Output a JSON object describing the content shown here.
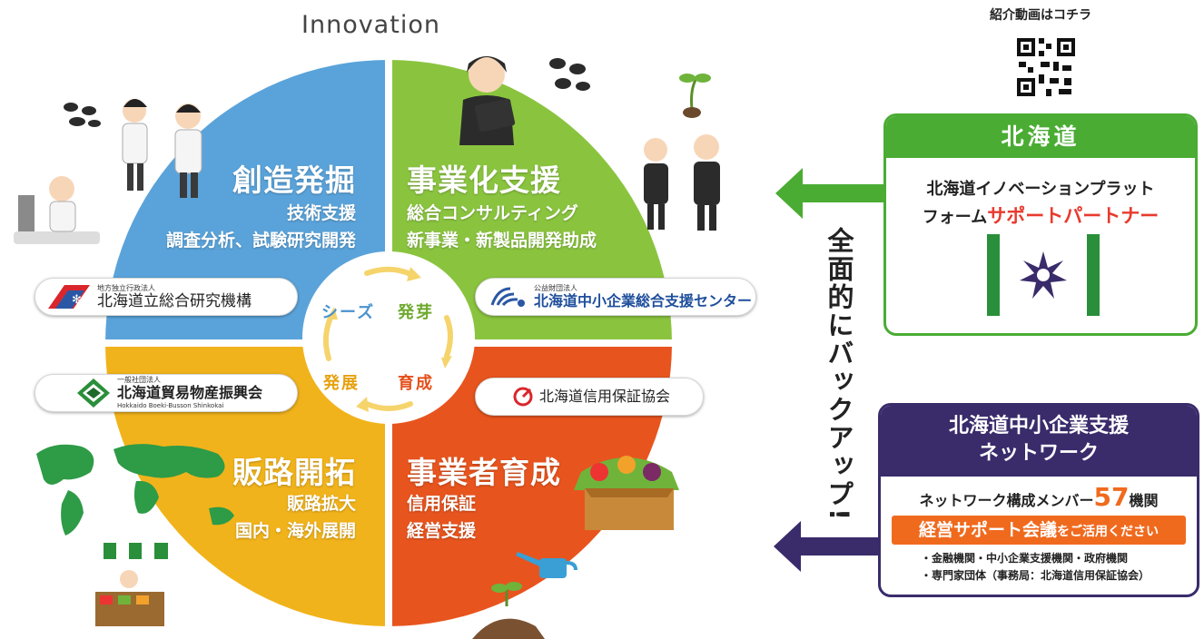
{
  "header": {
    "innovation": "Innovation"
  },
  "colors": {
    "blue": "#5aa3da",
    "green": "#8ac43f",
    "yellow": "#f1b31b",
    "orange": "#e8541e",
    "brand_green": "#4aac33",
    "navy": "#3a2b6b",
    "accent_orange": "#f06a1e",
    "red_text": "#e83a2e"
  },
  "quadrants": {
    "top_left": {
      "title": "創造発掘",
      "lines": [
        "技術支援",
        "調査分析、試験研究開発"
      ]
    },
    "top_right": {
      "title": "事業化支援",
      "lines": [
        "総合コンサルティング",
        "新事業・新製品開発助成"
      ]
    },
    "bottom_left": {
      "title": "販路開拓",
      "lines": [
        "販路拡大",
        "国内・海外展開"
      ]
    },
    "bottom_right": {
      "title": "事業者育成",
      "lines": [
        "信用保証",
        "経営支援"
      ]
    }
  },
  "cycle": {
    "seeds": "シーズ",
    "sprout": "発芽",
    "nurture": "育成",
    "develop": "発展"
  },
  "orgs": {
    "hro": {
      "type": "地方独立行政法人",
      "name": "北海道立総合研究機構"
    },
    "center": {
      "type": "公益財団法人",
      "name": "北海道中小企業総合支援センター"
    },
    "boeki": {
      "type": "一般社団法人",
      "name": "北海道貿易物産振興会",
      "romaji": "Hokkaido Boeki-Busson Shinkokai"
    },
    "credit": {
      "name": "北海道信用保証協会"
    }
  },
  "qr": {
    "caption": "紹介動画はコチラ"
  },
  "hokkaido_box": {
    "title": "北海道",
    "line1": "北海道イノベーションプラット",
    "line2_prefix": "フォーム",
    "line2_highlight": "サポートパートナー"
  },
  "backup_text": "全面的にバックアップ!",
  "network_box": {
    "title_line1": "北海道中小企業支援",
    "title_line2": "ネットワーク",
    "members_prefix": "ネットワーク構成メンバー",
    "members_count": "57",
    "members_suffix": "機関",
    "meeting_label": "経営サポート会議",
    "meeting_suffix": "をご活用ください",
    "bullet1": "・金融機関・中小企業支援機関・政府機関",
    "bullet2": "・専門家団体（事務局：北海道信用保証協会）"
  }
}
